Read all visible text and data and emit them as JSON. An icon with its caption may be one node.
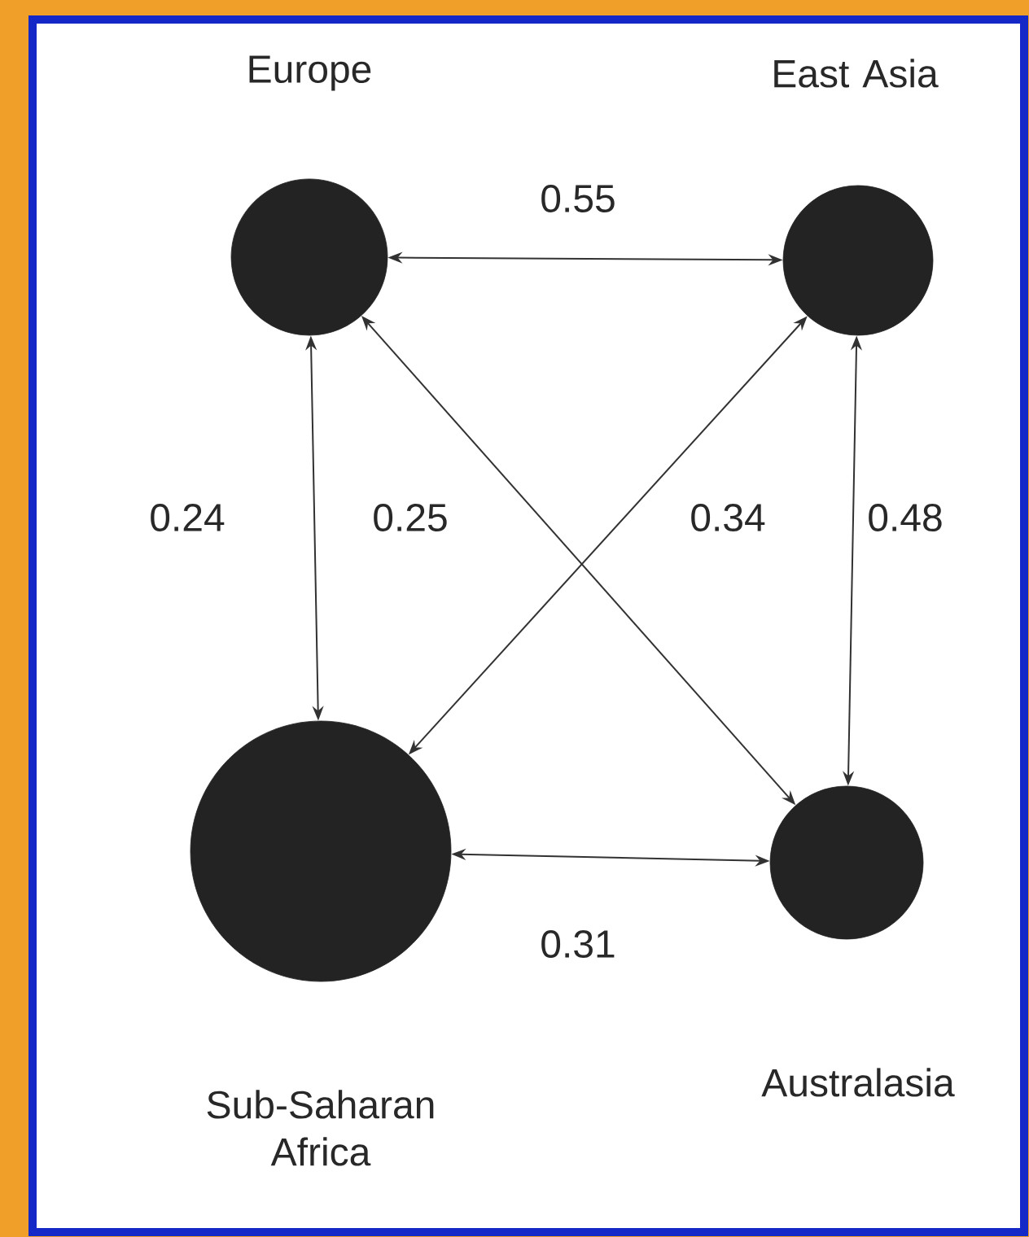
{
  "diagram": {
    "nodes": [
      {
        "text": [],
        "shape": "circle",
        "beside": [
          "Europe"
        ]
      },
      {
        "text": [],
        "shape": "circle",
        "beside": [
          "East Asia"
        ]
      },
      {
        "text": [],
        "shape": "circle",
        "beside": [
          "Sub-Saharan Africa"
        ]
      },
      {
        "text": [],
        "shape": "circle",
        "beside": [
          "Australasia"
        ]
      }
    ],
    "edges": [
      {
        "from": 0,
        "to": 1,
        "arrow": "both",
        "label": "0.55"
      },
      {
        "from": 0,
        "to": 2,
        "arrow": "both",
        "label": "0.24"
      },
      {
        "from": 0,
        "to": 3,
        "arrow": "both",
        "label": "0.25"
      },
      {
        "from": 1,
        "to": 2,
        "arrow": "both",
        "label": "0.34"
      },
      {
        "from": 1,
        "to": 3,
        "arrow": "both",
        "label": "0.48"
      },
      {
        "from": 2,
        "to": 3,
        "arrow": "both",
        "label": "0.31"
      }
    ]
  }
}
